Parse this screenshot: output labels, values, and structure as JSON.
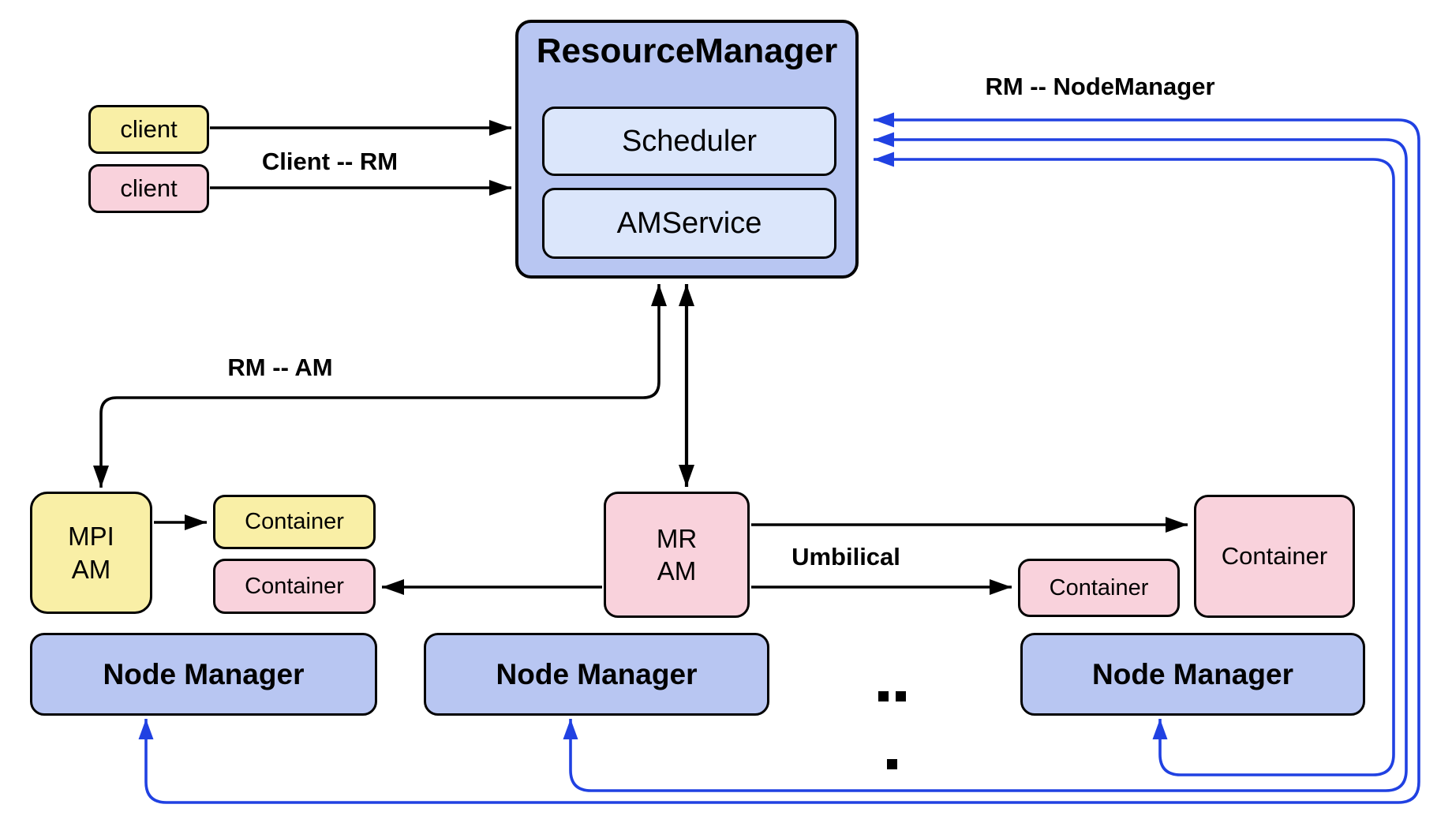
{
  "colors": {
    "node_fill_blue": "#b8c6f2",
    "inner_fill_blue": "#dbe6fb",
    "fill_yellow": "#f9efa6",
    "fill_pink": "#f9d2dc",
    "wire_blue": "#2041e2",
    "wire_black": "#000000"
  },
  "resource_manager": {
    "title": "ResourceManager",
    "children": [
      {
        "label": "Scheduler"
      },
      {
        "label": "AMService"
      }
    ]
  },
  "clients": [
    {
      "label": "client",
      "variant": "yellow"
    },
    {
      "label": "client",
      "variant": "pink"
    }
  ],
  "edge_labels": {
    "client_rm": "Client -- RM",
    "rm_nodemanager": "RM -- NodeManager",
    "rm_am": "RM -- AM",
    "umbilical": "Umbilical"
  },
  "app_masters": {
    "mpi": {
      "line1": "MPI",
      "line2": "AM"
    },
    "mr": {
      "line1": "MR",
      "line2": "AM"
    }
  },
  "containers": {
    "mpi_yellow": {
      "label": "Container"
    },
    "mpi_pink": {
      "label": "Container"
    },
    "umbilical_target": {
      "label": "Container"
    },
    "mr_large": {
      "label": "Container"
    }
  },
  "node_managers": [
    {
      "label": "Node Manager"
    },
    {
      "label": "Node Manager"
    },
    {
      "label": "Node Manager"
    }
  ],
  "ellipsis_dots": 3
}
